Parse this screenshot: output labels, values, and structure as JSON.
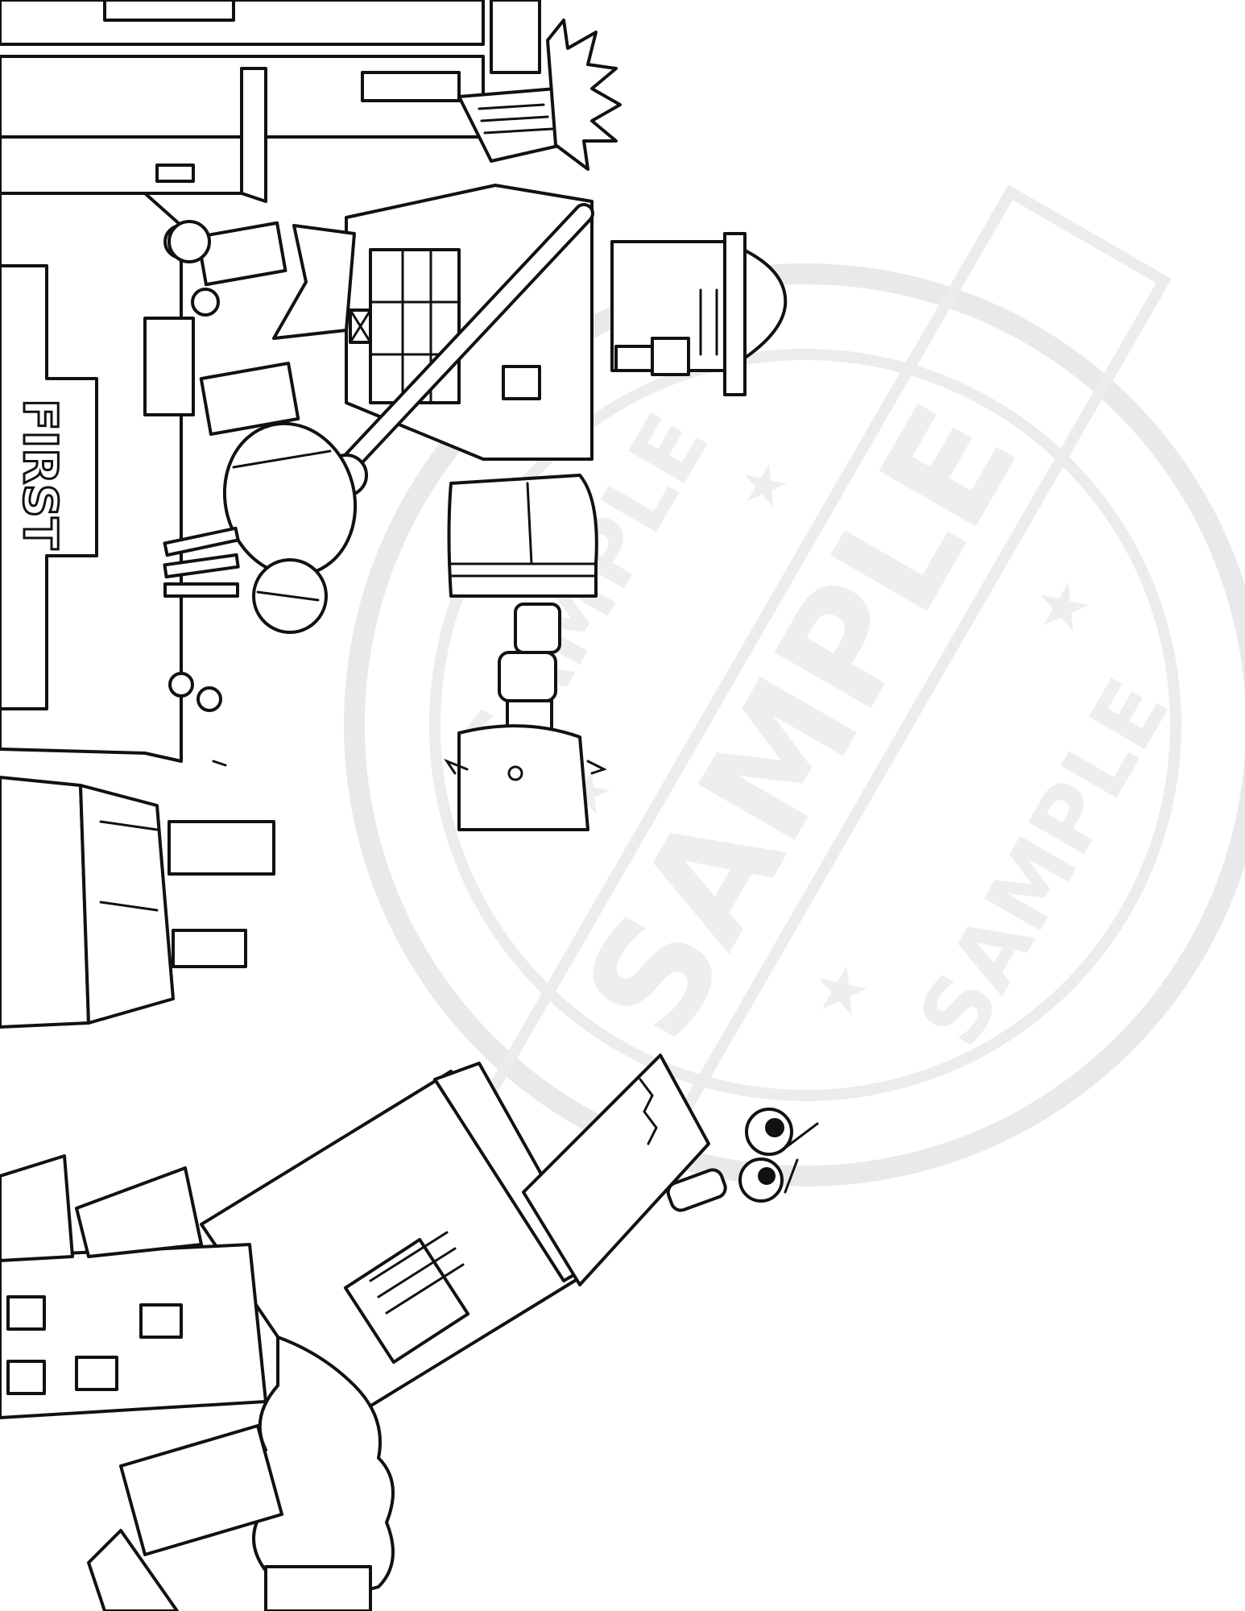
{
  "sign": {
    "text": "FIRST"
  },
  "watermark": {
    "main": "SAMPLE",
    "top_arc": "SAMPLE",
    "bottom_arc": "SAMPLE",
    "color": "#e9e9e9"
  },
  "colors": {
    "line": "#111111",
    "paper": "#ffffff"
  }
}
